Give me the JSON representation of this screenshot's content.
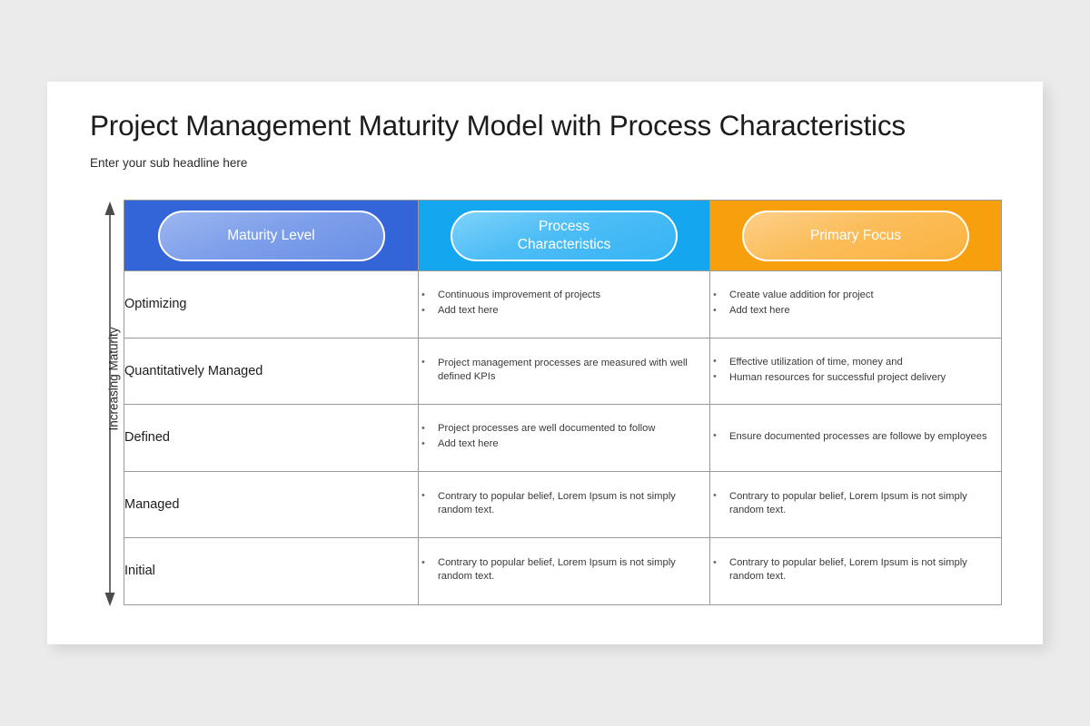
{
  "slide": {
    "title": "Project Management Maturity Model with Process Characteristics",
    "subtitle": "Enter your sub headline here"
  },
  "axis": {
    "label": "Increasing Maturity",
    "arrow_icon": "double-headed-up-down-arrow-icon"
  },
  "colors": {
    "header_blue": "#3465d8",
    "header_cyan": "#14a7ef",
    "header_orange": "#f79f0d",
    "pill_blue": "#7fa0ea",
    "pill_cyan": "#4dbdf6",
    "pill_orange": "#fbbd5b",
    "background": "#ebebeb",
    "card": "#ffffff",
    "border": "#9a9a9a",
    "title_text": "#1c1c1c",
    "body_text": "#3a3a3a"
  },
  "table": {
    "headers": [
      {
        "label": "Maturity Level",
        "lines": [
          "Maturity Level"
        ]
      },
      {
        "label": "Process Characteristics",
        "lines": [
          "Process",
          "Characteristics"
        ]
      },
      {
        "label": "Primary Focus",
        "lines": [
          "Primary Focus"
        ]
      }
    ],
    "rows": [
      {
        "level": "Optimizing",
        "characteristics": [
          "Continuous improvement of projects",
          "Add text here"
        ],
        "focus": [
          "Create value addition for project",
          "Add text here"
        ]
      },
      {
        "level": "Quantitatively Managed",
        "characteristics": [
          "Project management processes are measured with well defined KPIs"
        ],
        "focus": [
          "Effective utilization of time, money and",
          "Human resources for successful project delivery"
        ]
      },
      {
        "level": "Defined",
        "characteristics": [
          "Project processes are well documented to follow",
          "Add text here"
        ],
        "focus": [
          "Ensure documented processes are followe by employees"
        ]
      },
      {
        "level": "Managed",
        "characteristics": [
          "Contrary to popular belief, Lorem Ipsum is not simply random text."
        ],
        "focus": [
          "Contrary to popular belief, Lorem Ipsum is not simply random text."
        ]
      },
      {
        "level": "Initial",
        "characteristics": [
          "Contrary to popular belief, Lorem Ipsum is not simply random text."
        ],
        "focus": [
          "Contrary to popular belief, Lorem Ipsum is not simply random text."
        ]
      }
    ]
  }
}
